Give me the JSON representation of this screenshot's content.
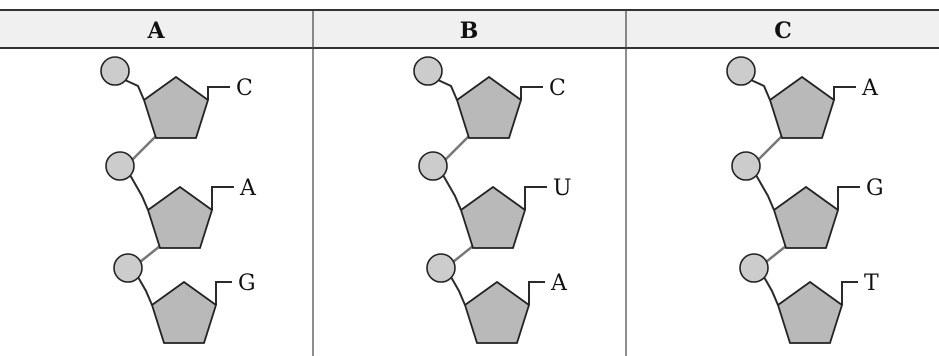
{
  "table": {
    "columns": [
      {
        "header": "A",
        "bases": [
          "C",
          "A",
          "G"
        ]
      },
      {
        "header": "B",
        "bases": [
          "C",
          "U",
          "A"
        ]
      },
      {
        "header": "C",
        "bases": [
          "A",
          "G",
          "T"
        ]
      }
    ]
  }
}
